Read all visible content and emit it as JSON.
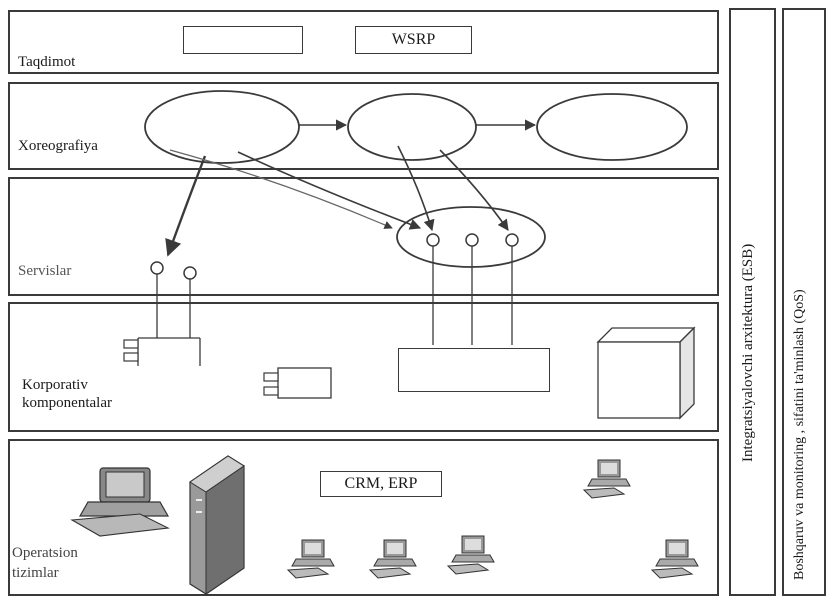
{
  "layers": {
    "presentation": {
      "label": "Taqdimot",
      "wsrp_label": "WSRP"
    },
    "choreography": {
      "label": "Xoreografiya"
    },
    "services": {
      "label": "Servislar"
    },
    "corporate": {
      "label_line1": "Korporativ",
      "label_line2": "komponentalar"
    },
    "operational": {
      "label_line1": "Operatsion",
      "label_line2": "tizimlar",
      "crm_label": "CRM, ERP"
    }
  },
  "side_bars": {
    "esb": "Integratsiyalovchi arxitektura (ESB)",
    "qos": "Boshqaruv va monitoring , sifatini ta'minlash   (QoS)"
  },
  "icons": [
    "desktop-computer-icon",
    "server-tower-icon",
    "workstation-icon"
  ]
}
